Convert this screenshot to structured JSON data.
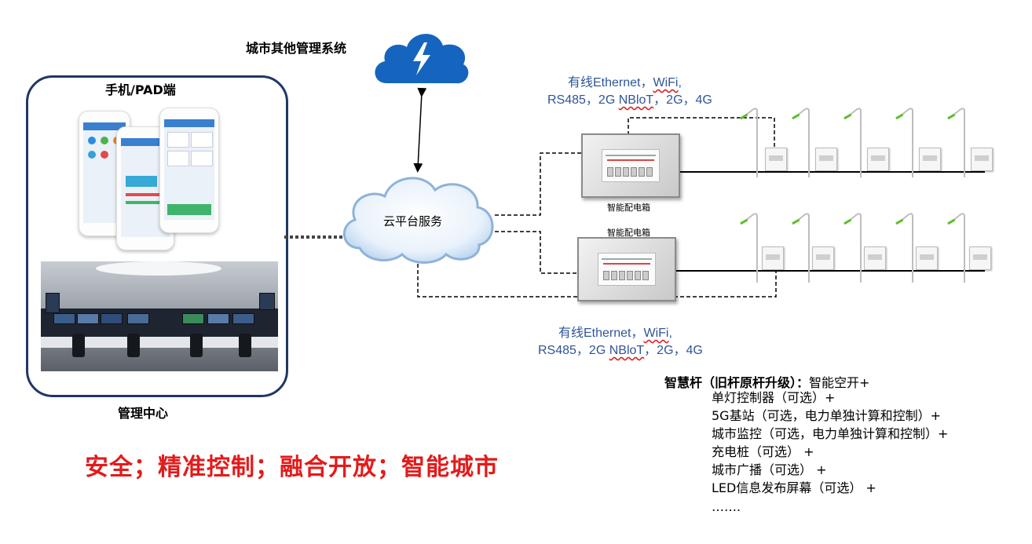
{
  "labels": {
    "other_systems": "城市其他管理系统",
    "mobile": "手机/PAD端",
    "management_center": "管理中心",
    "cloud_platform": "云平台服务",
    "dist_box_1": "智能配电箱",
    "dist_box_2": "智能配电箱"
  },
  "comm_top": {
    "line1_prefix": "有线Ethernet，",
    "line1_wifi": "WiFi",
    "line1_suffix": ",",
    "line2_a": "RS485，2G ",
    "line2_nbiot": "NBloT",
    "line2_b": "，2G，4G"
  },
  "comm_bottom": {
    "line1_prefix": "有线Ethernet，",
    "line1_wifi": "WiFi",
    "line1_suffix": ",",
    "line2_a": "RS485，2G ",
    "line2_nbiot": "NBloT",
    "line2_b": "，2G，4G"
  },
  "slogan": "安全；精准控制；融合开放；智能城市",
  "features": {
    "title": "智慧杆（旧杆原杆升级）：",
    "first": "智能空开+",
    "items": [
      "单灯控制器（可选）+",
      "5G基站（可选，电力单独计算和控制）+",
      "城市监控（可选，电力单独计算和控制）+",
      "充电桩（可选） +",
      "城市广播（可选） +",
      "LED信息发布屏幕（可选） +",
      "……."
    ]
  },
  "colors": {
    "panel_border": "#1f3864",
    "cloud_blue": "#1565c0",
    "comm_text": "#2f5597",
    "slogan": "#e31b1b"
  },
  "icons": {
    "cloud_top": "lightning-cloud-icon",
    "cloud_mid": "cloud-icon"
  }
}
